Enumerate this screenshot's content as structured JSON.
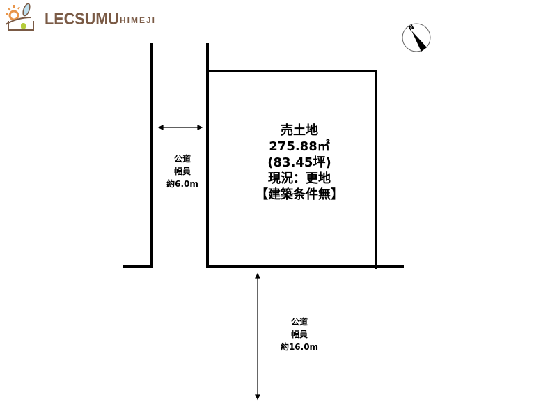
{
  "logo": {
    "name": "LECSUMU",
    "sub": "HIMEJI"
  },
  "compass": {
    "label": "N"
  },
  "plot": {
    "line1": "売土地",
    "line2": "275.88㎡",
    "line3": "(83.45坪)",
    "line4": "現況：更地",
    "line5": "【建築条件無】"
  },
  "road_west": {
    "line1": "公道",
    "line2": "幅員",
    "line3": "約6.0m"
  },
  "road_south": {
    "line1": "公道",
    "line2": "幅員",
    "line3": "約16.0m"
  }
}
